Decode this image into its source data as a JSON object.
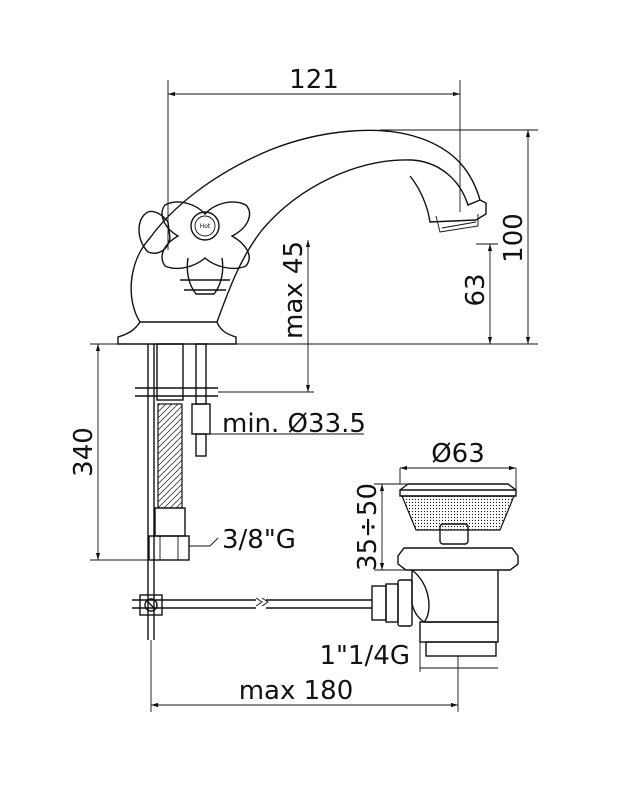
{
  "drawing": {
    "dimensions": {
      "width_spout": "121",
      "height_total": "100",
      "height_spout": "63",
      "max_thickness": "max 45",
      "min_hole": "min. Ø33.5",
      "tail_length": "340",
      "connection": "3/8\"G",
      "waste_diameter": "Ø63",
      "waste_height": "35÷50",
      "waste_thread": "1\"1/4G",
      "rod_length": "max 180"
    },
    "handle_label": "Hot"
  }
}
